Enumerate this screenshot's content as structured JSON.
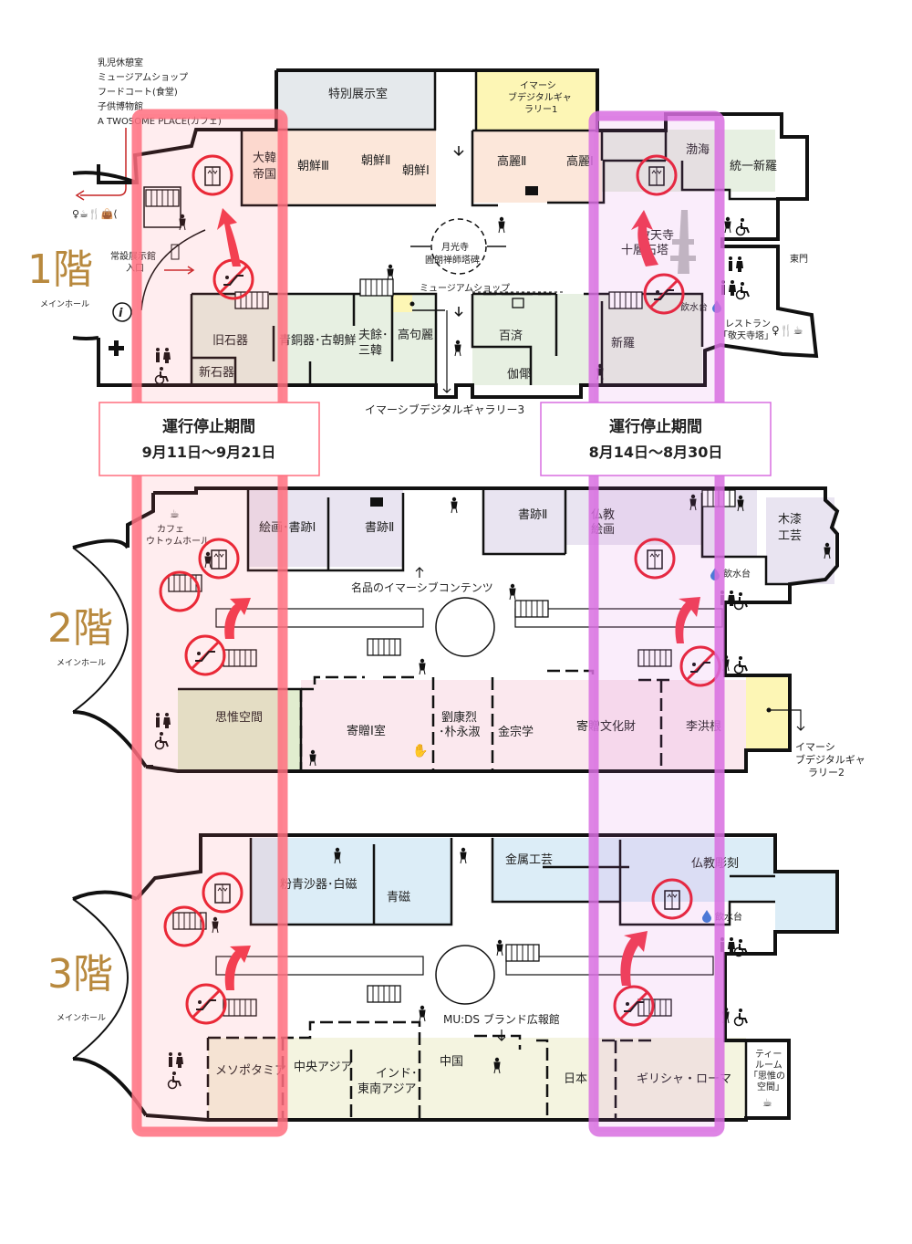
{
  "legend": {
    "lines": [
      "乳児休憩室",
      "ミュージアムショップ",
      "フードコート(食堂)",
      "子供博物館",
      "A TWOSOME PLACE(カフェ)"
    ]
  },
  "colors": {
    "red_band": "#ff6f7f",
    "purple_band": "#d86ee0",
    "floor_label": "#b8893e",
    "korean_room": "#fce7da",
    "ancient_room": "#e7f0e2",
    "special_room": "#e5e9ec",
    "digital_room": "#fdf6b5",
    "calligraphy_room": "#e9e4f1",
    "donation_room": "#fbe8ee",
    "thinking_room": "#e1edcf",
    "craft_room": "#dcedf7",
    "world_room": "#f4f4e0",
    "no_entry": "#e8202e"
  },
  "floor1": {
    "label": "1階",
    "hall": "メインホール",
    "entrance_line1": "常設展示館",
    "entrance_line2": "入口",
    "rooms": {
      "special": "特別展示室",
      "digital1_l1": "イマーシ",
      "digital1_l2": "ブデジタルギャ",
      "digital1_l3": "ラリー1",
      "daekan_l1": "大韓",
      "daekan_l2": "帝国",
      "joseon3": "朝鮮Ⅲ",
      "joseon2": "朝鮮Ⅱ",
      "joseon1": "朝鮮Ⅰ",
      "goryeo2": "高麗Ⅱ",
      "goryeo1": "高麗Ⅰ",
      "balhae": "渤海",
      "unified_silla": "統一新羅",
      "gyeongcheon_l1": "敬天寺",
      "gyeongcheon_l2": "十層石塔",
      "stele_l1": "月光寺",
      "stele_l2": "圓朗禅師塔碑",
      "shop": "ミュージアムショップ",
      "east_gate": "東門",
      "paleolithic": "旧石器",
      "neolithic": "新石器",
      "bronze": "青銅器･古朝鮮",
      "buyeo_l1": "夫餘･",
      "buyeo_l2": "三韓",
      "goguryeo": "高句麗",
      "baekje": "百済",
      "gaya": "伽倻",
      "silla": "新羅",
      "water": "飲水台",
      "restaurant_l1": "レストラン",
      "restaurant_l2": "｢敬天寺塔｣",
      "digital3": "イマーシブデジタルギャラリー3"
    }
  },
  "notice_left": {
    "title": "運行停止期間",
    "dates": "9月11日～9月21日"
  },
  "notice_right": {
    "title": "運行停止期間",
    "dates": "8月14日～8月30日"
  },
  "floor2": {
    "label": "2階",
    "hall": "メインホール",
    "rooms": {
      "cafe_l1": "カフェ",
      "cafe_l2": "ウトゥムホール",
      "painting": "絵画･書跡Ⅰ",
      "calligraphy2a": "書跡Ⅱ",
      "calligraphy2b": "書跡Ⅱ",
      "buddhist_l1": "仏教",
      "buddhist_l2": "絵画",
      "lacquer_l1": "木漆",
      "lacquer_l2": "工芸",
      "water": "飲水台",
      "contents": "名品のイマーシブコンテンツ",
      "thinking": "思惟空間",
      "donation1": "寄贈Ⅰ室",
      "yoo_l1": "劉康烈",
      "yoo_l2": "･朴永淑",
      "kim": "金宗学",
      "donated": "寄贈文化財",
      "lee": "李洪根",
      "digital2_l1": "イマーシ",
      "digital2_l2": "ブデジタルギャ",
      "digital2_l3": "ラリー2"
    }
  },
  "floor3": {
    "label": "3階",
    "hall": "メインホール",
    "rooms": {
      "buncheong": "粉青沙器･白磁",
      "celadon": "青磁",
      "metal": "金属工芸",
      "sculpture": "仏教彫刻",
      "water": "飲水台",
      "brand": "MU:DS ブランド広報館",
      "mesopotamia": "メソポタミア",
      "central_asia": "中央アジア",
      "india_l1": "インド･",
      "india_l2": "東南アジア",
      "china": "中国",
      "japan": "日本",
      "greece": "ギリシャ・ローマ",
      "tea_l1": "ティー",
      "tea_l2": "ルーム",
      "tea_l3": "｢思惟の",
      "tea_l4": "空間｣"
    }
  }
}
